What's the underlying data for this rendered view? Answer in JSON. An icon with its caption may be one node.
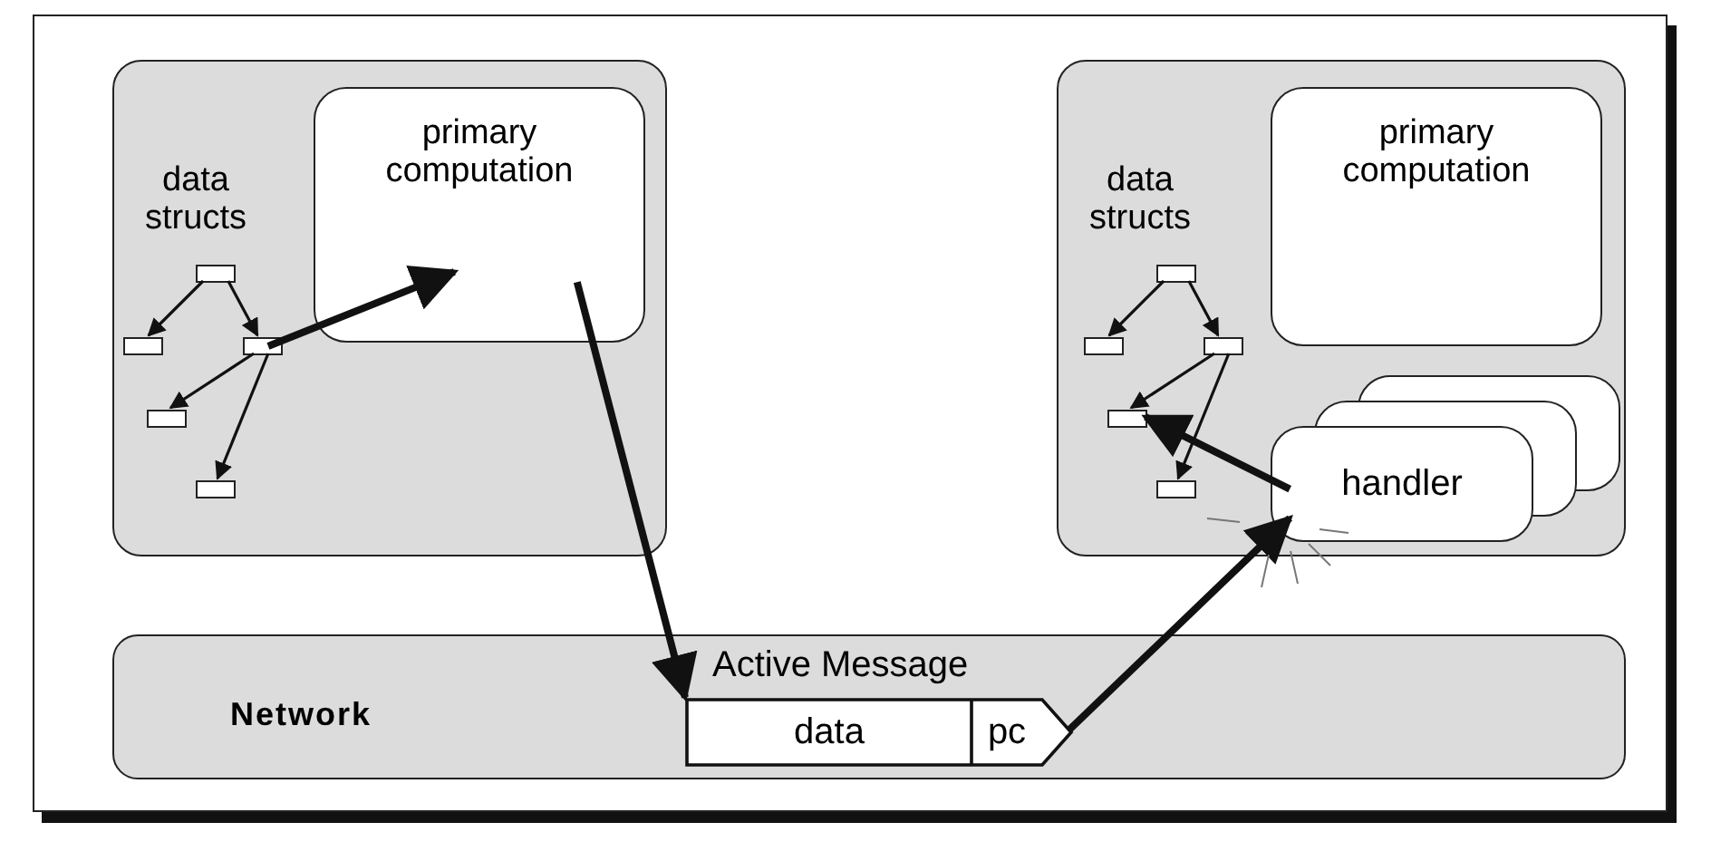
{
  "diagram": {
    "nodes": [
      {
        "text": [],
        "shape": "box"
      },
      {
        "text": [
          "primary computation"
        ],
        "in": 0
      },
      {
        "text": [],
        "shape": "box",
        "in": 0
      },
      {
        "text": [],
        "shape": "box",
        "in": 0
      },
      {
        "text": [],
        "shape": "box",
        "in": 0
      },
      {
        "text": [],
        "shape": "box",
        "in": 0
      },
      {
        "text": [],
        "shape": "box",
        "in": 0
      },
      {
        "text": [],
        "shape": "box"
      },
      {
        "text": [
          "primary computation"
        ],
        "in": 7
      },
      {
        "text": [],
        "shape": "box",
        "in": 7
      },
      {
        "text": [],
        "shape": "box",
        "in": 7
      },
      {
        "text": [],
        "shape": "box",
        "in": 7
      },
      {
        "text": [],
        "shape": "box",
        "in": 7
      },
      {
        "text": [],
        "shape": "box",
        "in": 7
      },
      {
        "text": [
          "handler"
        ],
        "in": 7
      },
      {
        "text": [
          "Network"
        ]
      },
      {
        "text": [
          "Active Message",
          "data",
          "pc"
        ],
        "in": 15
      }
    ],
    "edges": [
      {
        "from": 2,
        "to": 3,
        "arrow": "to"
      },
      {
        "from": 2,
        "to": 4,
        "arrow": "to"
      },
      {
        "from": 4,
        "to": 5,
        "arrow": "to"
      },
      {
        "from": 4,
        "to": 6,
        "arrow": "to"
      },
      {
        "from": 4,
        "to": 1,
        "arrow": "to",
        "style": "thick"
      },
      {
        "from": 1,
        "to": 16,
        "arrow": "to",
        "style": "thick"
      },
      {
        "from": 16,
        "to": 14,
        "arrow": "to",
        "style": "thick"
      },
      {
        "from": 9,
        "to": 10,
        "arrow": "to"
      },
      {
        "from": 9,
        "to": 11,
        "arrow": "to"
      },
      {
        "from": 11,
        "to": 12,
        "arrow": "to"
      },
      {
        "from": 11,
        "to": 13,
        "arrow": "to"
      },
      {
        "from": 14,
        "to": 12,
        "arrow": "to",
        "style": "thick"
      }
    ],
    "labels": [
      "data structs",
      "data structs"
    ]
  }
}
